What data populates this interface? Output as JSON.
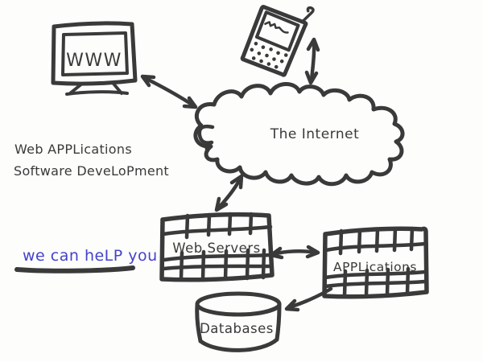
{
  "colors": {
    "ink": "#3a3a3a",
    "accent_blue": "#4343cc",
    "background": "#fdfdfb"
  },
  "text": {
    "monitor_screen": "WWW",
    "cloud": "The Internet",
    "web_servers": "Web Servers",
    "applications": "APPLications",
    "databases": "Databases",
    "caption_line1": "Web APPLications",
    "caption_line2": "Software DeveLoPment",
    "tagline": "we can heLP you"
  },
  "connections": [
    {
      "from": "desktop-computer",
      "to": "internet-cloud",
      "type": "bidirectional"
    },
    {
      "from": "handheld-device",
      "to": "internet-cloud",
      "type": "bidirectional"
    },
    {
      "from": "internet-cloud",
      "to": "web-servers",
      "type": "bidirectional"
    },
    {
      "from": "web-servers",
      "to": "applications",
      "type": "bidirectional"
    },
    {
      "from": "applications",
      "to": "databases",
      "type": "one-way"
    }
  ]
}
